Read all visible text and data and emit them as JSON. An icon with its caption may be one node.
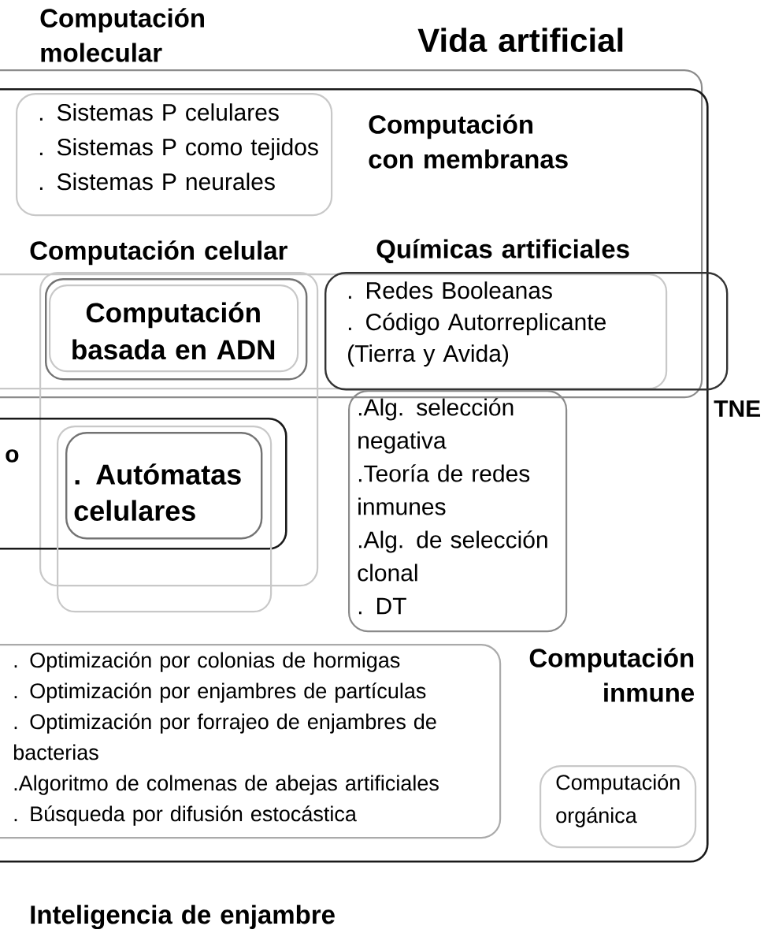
{
  "diagram": {
    "nodes": [
      {
        "text": [],
        "shape": "box"
      },
      {
        "text": [],
        "shape": "box"
      },
      {
        "text": [
          ". Sistemas P celulares",
          ". Sistemas P como tejidos",
          ". Sistemas P neurales"
        ],
        "in": 0
      },
      {
        "text": [],
        "shape": "box",
        "in": 1
      },
      {
        "text": [],
        "shape": "box"
      },
      {
        "text": [
          "Computación basada en ADN"
        ],
        "in": 4
      },
      {
        "text": [],
        "shape": "box",
        "in": 0
      },
      {
        "text": [
          ". Redes Booleanas",
          ". Código Autorreplicante (Tierra y Avida)"
        ],
        "in": 1
      },
      {
        "text": [],
        "shape": "box",
        "in": 1
      },
      {
        "text": [],
        "shape": "box",
        "in": 1
      },
      {
        "text": [
          ". Autómatas celulares"
        ]
      },
      {
        "text": [
          ".Alg. selección negativa",
          ".Teoría de redes inmunes",
          ".Alg. de selección clonal",
          ". DT"
        ],
        "in": 1
      },
      {
        "text": [
          ". Optimización por colonias de hormigas",
          ". Optimización por enjambres de partículas",
          ". Optimización por forrajeo de enjambres de bacterias",
          ".Algoritmo de colmenas de abejas artificiales",
          ". Búsqueda por difusión estocástica"
        ],
        "in": 1
      },
      {
        "text": [
          "Computación orgánica"
        ],
        "in": 1
      }
    ],
    "labels": [
      "Computación molecular",
      "Vida artificial",
      "Computación con membranas",
      "Computación celular",
      "Químicas artificiales",
      "TNE",
      "o",
      "Computación inmune",
      "Inteligencia de enjambre"
    ]
  }
}
